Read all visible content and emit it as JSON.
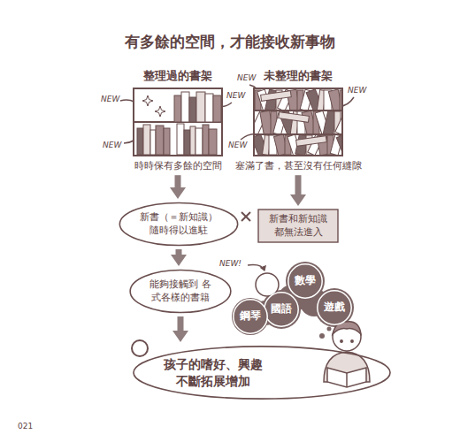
{
  "diagram": {
    "title": "有多餘的空間，才能接收新事物",
    "nodes": [
      {
        "text": [
          "整理過的書架",
          "時時保有多餘的空間"
        ]
      },
      {
        "text": [
          "未整理的書架",
          "塞滿了書，甚至沒有任何縫隙"
        ]
      },
      {
        "text": [
          "新書（＝新知識） 隨時得以進駐"
        ]
      },
      {
        "text": [
          "新書和新知識 都無法進入"
        ]
      },
      {
        "text": [
          "能夠接觸到 各式各樣的書籍"
        ]
      },
      {
        "text": [
          "孩子的嗜好、興趣 不斷拓展增加"
        ]
      },
      {
        "text": [
          "數學"
        ]
      },
      {
        "text": [
          "國語"
        ]
      },
      {
        "text": [
          "遊戲"
        ]
      },
      {
        "text": [
          "鋼琴"
        ]
      }
    ],
    "edges": [
      {
        "from": 0,
        "to": 2,
        "arrow": "to"
      },
      {
        "from": 1,
        "to": 3,
        "arrow": "to"
      },
      {
        "from": 2,
        "to": 4,
        "arrow": "to"
      },
      {
        "from": 4,
        "to": 5,
        "arrow": "to"
      }
    ],
    "labels": [
      "NEW",
      "NEW",
      "NEW",
      "NEW",
      "NEW",
      "NEW",
      "NEW!",
      "021"
    ]
  }
}
